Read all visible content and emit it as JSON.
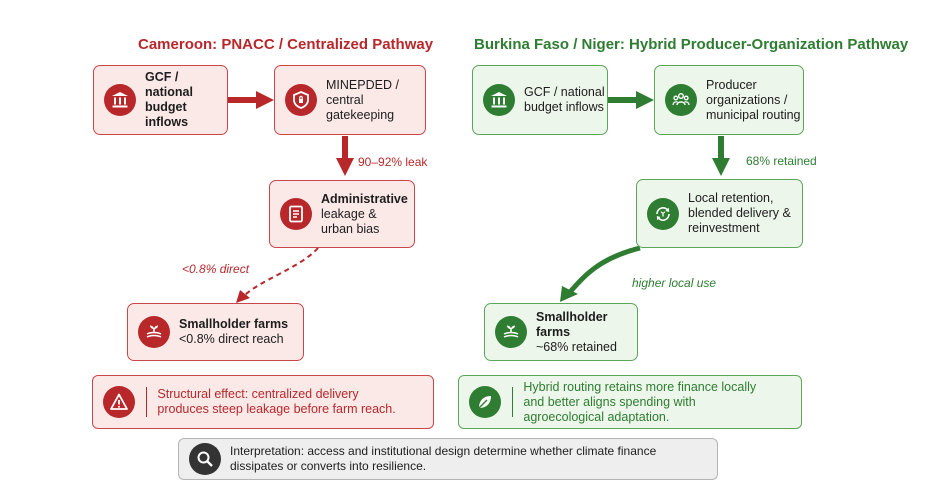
{
  "titles": {
    "left": "Cameroon: PNACC / Centralized Pathway",
    "right": "Burkina Faso / Niger: Hybrid Producer-Organization Pathway"
  },
  "left": {
    "gcf_box": "GCF / national\nbudget inflows",
    "minepded_box": "MINEPDED /\ncentral\ngatekeeping",
    "leak_label": "90–92% leak",
    "admin_box_bold": "Administrative",
    "admin_box_rest": "leakage &\nurban bias",
    "direct_label": "<0.8% direct",
    "farms_box_bold": "Smallholder farms",
    "farms_box_rest": "<0.8% direct reach",
    "callout": "Structural effect: centralized delivery\nproduces steep leakage before farm reach."
  },
  "right": {
    "gcf_box": "GCF / national\nbudget inflows",
    "producer_box": "Producer\norganizations /\nmunicipal routing",
    "retained_label": "68% retained",
    "local_box": "Local retention,\nblended delivery &\nreinvestment",
    "higher_label": "higher local use",
    "farms_box_bold": "Smallholder farms",
    "farms_box_rest": "~68% retained",
    "callout": "Hybrid routing retains more finance locally\nand better aligns spending with\nagroecological adaptation."
  },
  "interpretation": "Interpretation: access and institutional design determine whether climate finance\ndissipates or converts into resilience.",
  "colors": {
    "red": "#b8282b",
    "green": "#2e7d32",
    "red_bg": "#fbe9e8",
    "green_bg": "#edf6ea"
  },
  "icons": [
    "bank-icon",
    "shield-lock-icon",
    "document-icon",
    "seedling-icon",
    "warning-icon",
    "people-icon",
    "recycle-icon",
    "leaf-icon",
    "search-icon"
  ]
}
